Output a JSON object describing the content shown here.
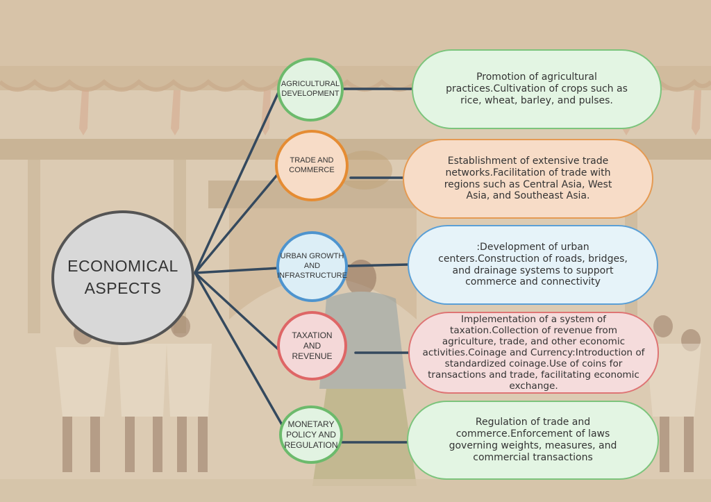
{
  "center": {
    "label": "ECONOMICAL ASPECTS"
  },
  "branches": [
    {
      "title": "AGRICULTURAL DEVELOPMENT",
      "description": "Promotion of agricultural practices.Cultivation of crops such as rice, wheat, barley, and pulses."
    },
    {
      "title": "TRADE AND COMMERCE",
      "description": "Establishment of extensive trade networks.Facilitation of trade with regions such as Central Asia, West Asia, and Southeast Asia."
    },
    {
      "title": "URBAN GROWTH AND INFRASTRUCTURE",
      "description": ":Development of urban centers.Construction of roads, bridges, and drainage systems to support commerce and connectivity"
    },
    {
      "title": "TAXATION AND REVENUE",
      "description": "Implementation of a system of taxation.Collection of revenue from agriculture, trade, and other economic activities.Coinage and Currency:Introduction of standardized coinage.Use of coins for transactions and trade, facilitating economic exchange."
    },
    {
      "title": "MONETARY POLICY AND REGULATION",
      "description": "Regulation of trade and commerce.Enforcement of laws governing weights, measures, and commercial transactions"
    }
  ],
  "colors": {
    "connector": "#34495e",
    "center_border": "#545454",
    "green": "#6cba6c",
    "orange": "#e58c33",
    "blue": "#4e94ce",
    "red": "#de6666"
  }
}
